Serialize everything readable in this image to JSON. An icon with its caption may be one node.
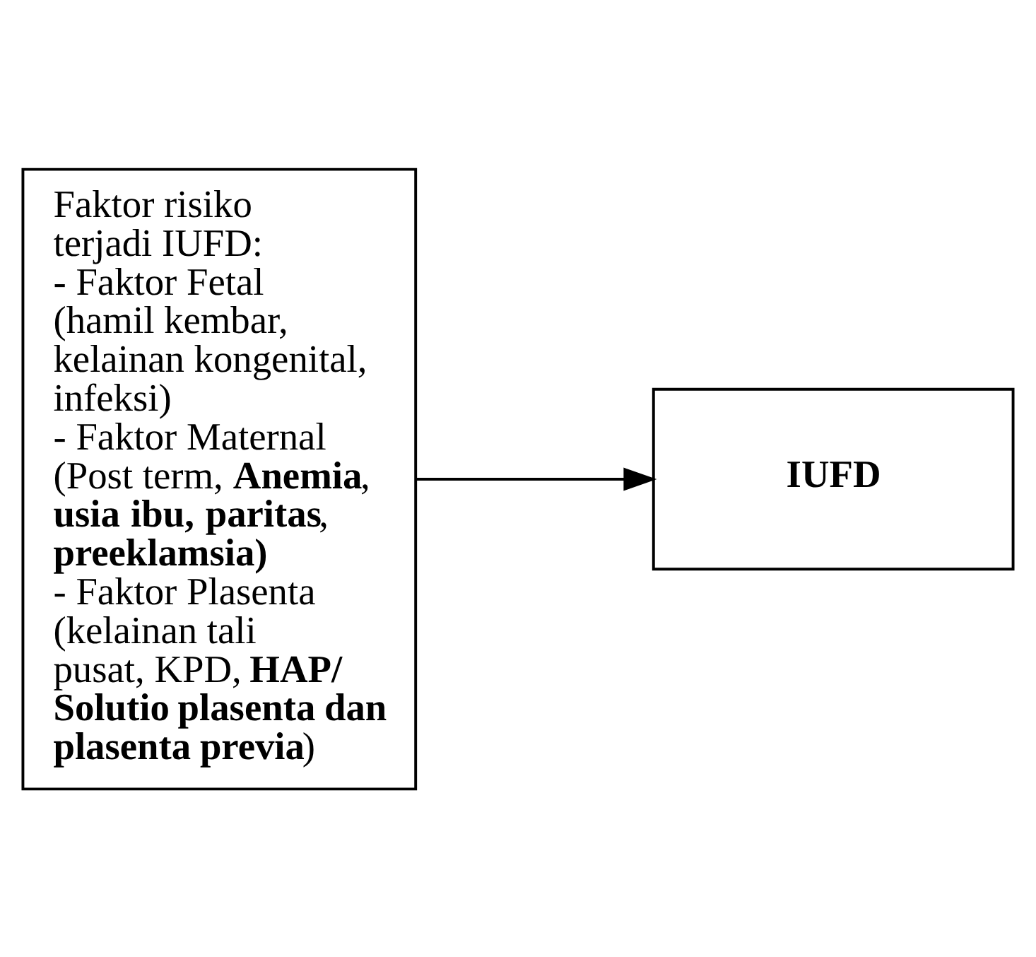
{
  "diagram": {
    "nodes": [
      {
        "text": [
          "Faktor risiko terjadi IUFD:",
          "- Faktor Fetal (hamil kembar, kelainan kongenital, infeksi)",
          "- Faktor Maternal (Post term, **Anemia**, **usia ibu, paritas**, **preeklamsia)**",
          "- Faktor Plasenta (kelainan tali pusat, KPD, **HAP/ Solutio plasenta dan plasenta previa**)"
        ]
      },
      {
        "text": [
          "IUFD"
        ]
      }
    ],
    "edges": [
      {
        "from": 0,
        "to": 1,
        "arrow": "to"
      }
    ]
  }
}
